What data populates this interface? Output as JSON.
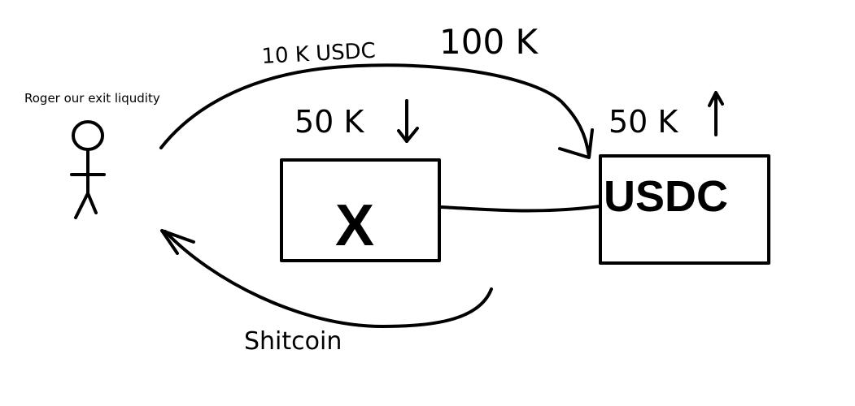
{
  "canvas": {
    "background": "#ffffff",
    "stroke": "#000000"
  },
  "actor": {
    "caption": "Roger our exit liqudity"
  },
  "annotations": {
    "top_arrow_label": "10 K USDC",
    "top_total": "100 K",
    "x_amount": "50 K",
    "usdc_amount": "50 K",
    "bottom_arrow_label": "Shitcoin"
  },
  "boxes": {
    "x_box": {
      "label": "X",
      "trend": "down"
    },
    "usdc_box": {
      "label": "USDC",
      "trend": "up"
    }
  },
  "icons": {
    "actor_icon": "stick-figure-icon",
    "x_trend_icon": "arrow-down-icon",
    "usdc_trend_icon": "arrow-up-icon"
  }
}
